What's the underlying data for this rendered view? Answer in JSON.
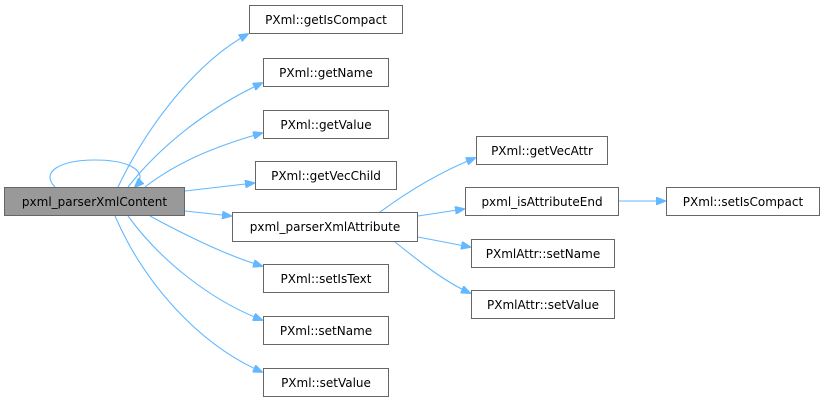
{
  "diagram": {
    "type": "call-graph",
    "colors": {
      "edge": "#63b8ff",
      "node_border": "#666666",
      "root_fill": "#999999",
      "node_fill": "#ffffff"
    },
    "nodes": [
      {
        "id": "root",
        "label": "pxml_parserXmlContent",
        "root": true
      },
      {
        "id": "getIsCompact",
        "label": "PXml::getIsCompact"
      },
      {
        "id": "getName",
        "label": "PXml::getName"
      },
      {
        "id": "getValue",
        "label": "PXml::getValue"
      },
      {
        "id": "getVecChild",
        "label": "PXml::getVecChild"
      },
      {
        "id": "parserXmlAttribute",
        "label": "pxml_parserXmlAttribute"
      },
      {
        "id": "setIsText",
        "label": "PXml::setIsText"
      },
      {
        "id": "setName",
        "label": "PXml::setName"
      },
      {
        "id": "setValue",
        "label": "PXml::setValue"
      },
      {
        "id": "getVecAttr",
        "label": "PXml::getVecAttr"
      },
      {
        "id": "isAttributeEnd",
        "label": "pxml_isAttributeEnd"
      },
      {
        "id": "attrSetName",
        "label": "PXmlAttr::setName"
      },
      {
        "id": "attrSetValue",
        "label": "PXmlAttr::setValue"
      },
      {
        "id": "setIsCompact",
        "label": "PXml::setIsCompact"
      }
    ],
    "edges": [
      {
        "from": "root",
        "to": "root"
      },
      {
        "from": "root",
        "to": "getIsCompact"
      },
      {
        "from": "root",
        "to": "getName"
      },
      {
        "from": "root",
        "to": "getValue"
      },
      {
        "from": "root",
        "to": "getVecChild"
      },
      {
        "from": "root",
        "to": "parserXmlAttribute"
      },
      {
        "from": "root",
        "to": "setIsText"
      },
      {
        "from": "root",
        "to": "setName"
      },
      {
        "from": "root",
        "to": "setValue"
      },
      {
        "from": "parserXmlAttribute",
        "to": "getVecAttr"
      },
      {
        "from": "parserXmlAttribute",
        "to": "isAttributeEnd"
      },
      {
        "from": "parserXmlAttribute",
        "to": "attrSetName"
      },
      {
        "from": "parserXmlAttribute",
        "to": "attrSetValue"
      },
      {
        "from": "isAttributeEnd",
        "to": "setIsCompact"
      }
    ]
  }
}
